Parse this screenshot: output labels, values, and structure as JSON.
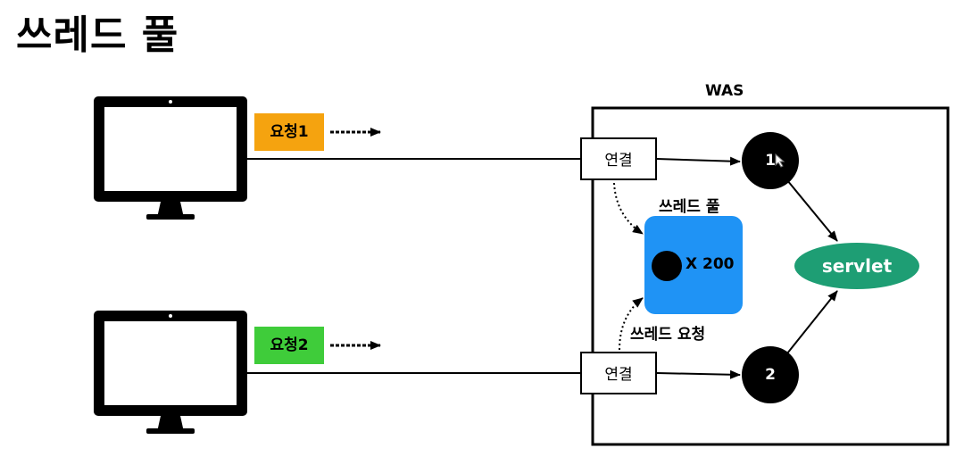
{
  "title": "쓰레드 풀",
  "clients": [
    {
      "request_label": "요청1",
      "color": "#f5a30f"
    },
    {
      "request_label": "요청2",
      "color": "#3fcc3a"
    }
  ],
  "was": {
    "label": "WAS",
    "connection_label": "연결",
    "thread_pool": {
      "label": "쓰레드 풀",
      "count": "X 200",
      "color": "#1f93f5"
    },
    "thread_request_label": "쓰레드 요청",
    "threads": [
      "1",
      "2"
    ],
    "servlet": {
      "label": "servlet",
      "color": "#1e9e74"
    }
  },
  "icons": {
    "client": "monitor-icon",
    "cursor": "cursor-icon"
  }
}
